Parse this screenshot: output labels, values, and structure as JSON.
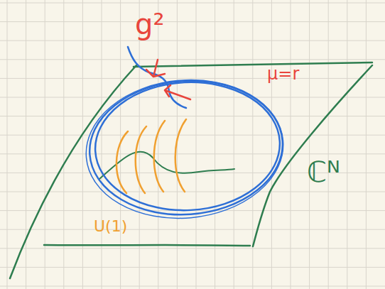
{
  "diagram": {
    "labels": [
      "g²",
      "μ=r",
      "U(1)",
      "ℂᴺ"
    ]
  }
}
